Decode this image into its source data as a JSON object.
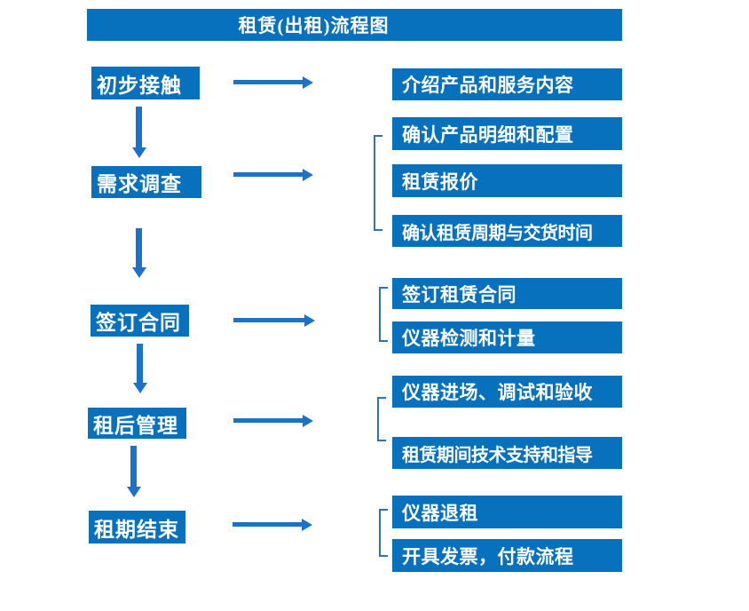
{
  "title": "租赁(出租)流程图",
  "colors": {
    "box-blue": "#0771BD",
    "arrow-blue": "#1A73C8",
    "bracket-blue": "#2E74B5",
    "text-white": "#FFFFFF"
  },
  "rows": [
    {
      "stage": "初步接触",
      "details": [
        "介绍产品和服务内容"
      ]
    },
    {
      "stage": "需求调查",
      "details": [
        "确认产品明细和配置",
        "租赁报价",
        "确认租赁周期与交货时间"
      ]
    },
    {
      "stage": "签订合同",
      "details": [
        "签订租赁合同",
        "仪器检测和计量"
      ]
    },
    {
      "stage": "租后管理",
      "details": [
        "仪器进场、调试和验收",
        "租赁期间技术支持和指导"
      ]
    },
    {
      "stage": "租期结束",
      "details": [
        "仪器退租",
        "开具发票，付款流程"
      ]
    }
  ]
}
